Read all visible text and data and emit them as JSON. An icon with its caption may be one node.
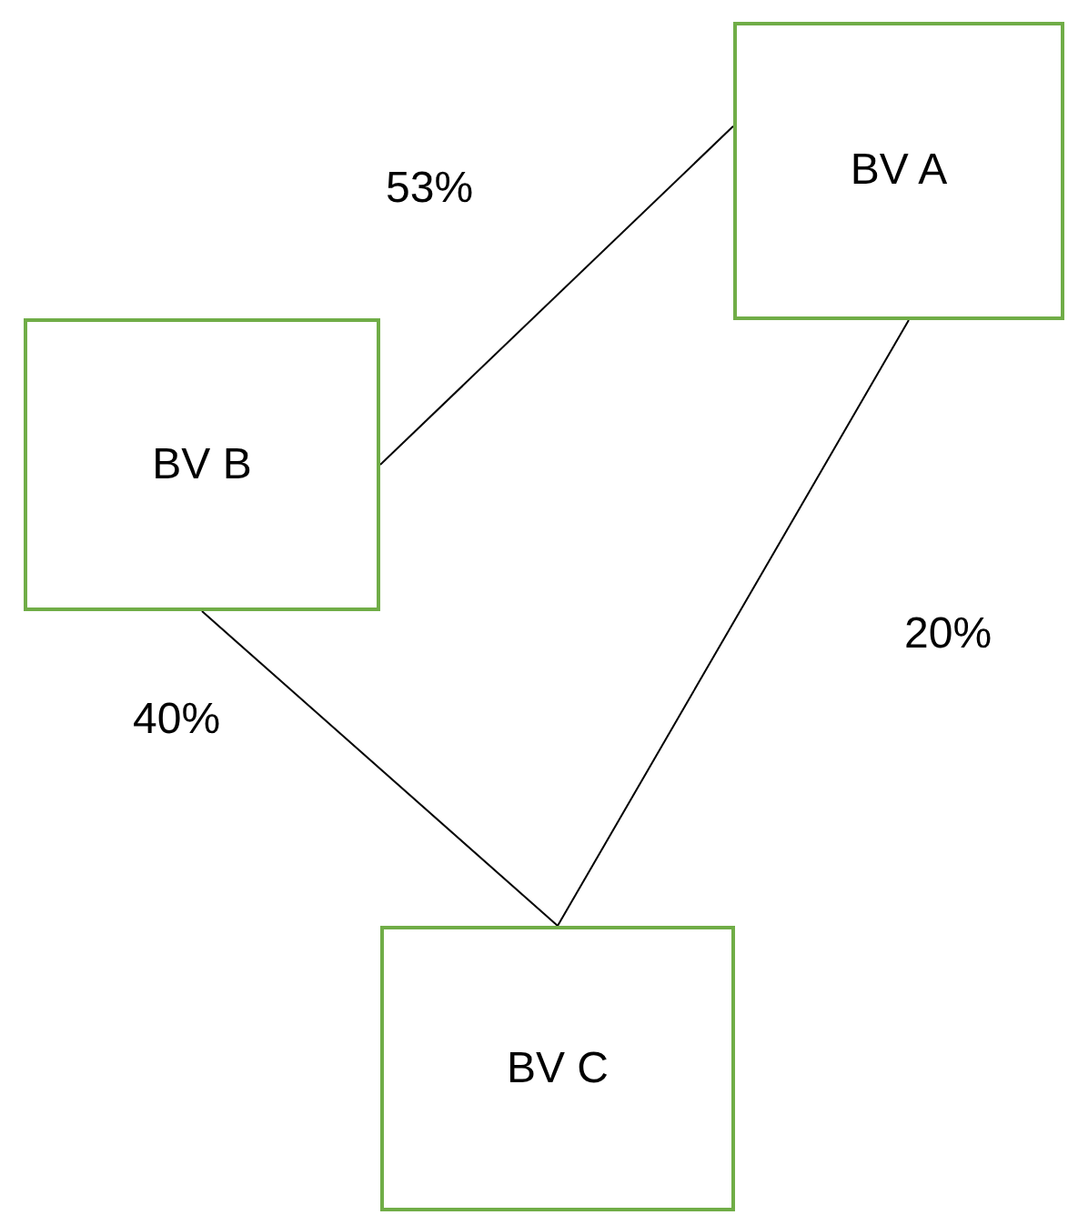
{
  "diagram": {
    "nodes": [
      {
        "text": [
          "BV A"
        ]
      },
      {
        "text": [
          "BV B"
        ]
      },
      {
        "text": [
          "BV C"
        ]
      }
    ],
    "edges": [
      {
        "from": 1,
        "to": 0,
        "arrow": "none",
        "label": "53%"
      },
      {
        "from": 1,
        "to": 2,
        "arrow": "none",
        "label": "40%"
      },
      {
        "from": 0,
        "to": 2,
        "arrow": "none",
        "label": "20%"
      }
    ]
  }
}
